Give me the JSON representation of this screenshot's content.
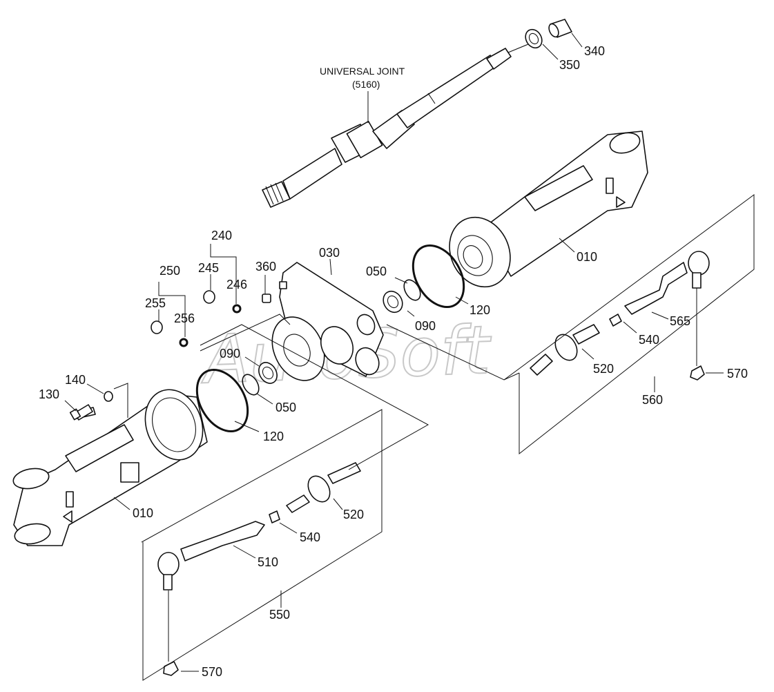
{
  "title_label": {
    "line1": "UNIVERSAL JOINT",
    "line2": "(5160)"
  },
  "watermark": "AutoSoft",
  "callouts": {
    "c340": "340",
    "c350": "350",
    "c010a": "010",
    "c010b": "010",
    "c030": "030",
    "c050a": "050",
    "c050b": "050",
    "c090a": "090",
    "c090b": "090",
    "c120a": "120",
    "c120b": "120",
    "c130": "130",
    "c140": "140",
    "c240": "240",
    "c245": "245",
    "c246": "246",
    "c250": "250",
    "c255": "255",
    "c256": "256",
    "c360": "360",
    "c510": "510",
    "c520a": "520",
    "c520b": "520",
    "c540a": "540",
    "c540b": "540",
    "c550": "550",
    "c560": "560",
    "c565": "565",
    "c570a": "570",
    "c570b": "570"
  }
}
